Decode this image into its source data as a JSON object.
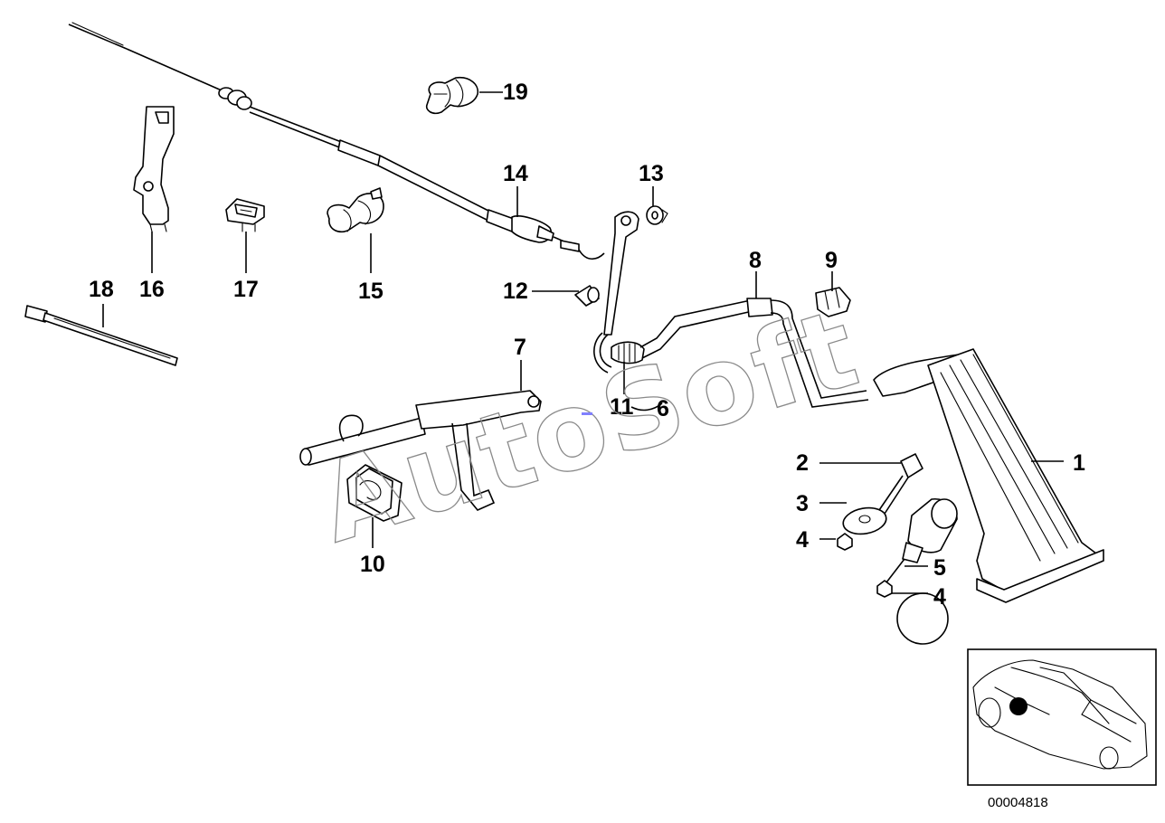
{
  "callouts": {
    "c1": "1",
    "c2": "2",
    "c3": "3",
    "c4a": "4",
    "c4b": "4",
    "c5": "5",
    "c6": "6",
    "c7": "7",
    "c8": "8",
    "c9": "9",
    "c10": "10",
    "c11": "11",
    "c12": "12",
    "c13": "13",
    "c14": "14",
    "c15": "15",
    "c16": "16",
    "c17": "17",
    "c18": "18",
    "c19": "19"
  },
  "watermark": "AutoSoft",
  "document_number": "00004818",
  "colors": {
    "ink": "#000000",
    "watermark": "#8a8a8a",
    "marker": "#8080ff"
  }
}
